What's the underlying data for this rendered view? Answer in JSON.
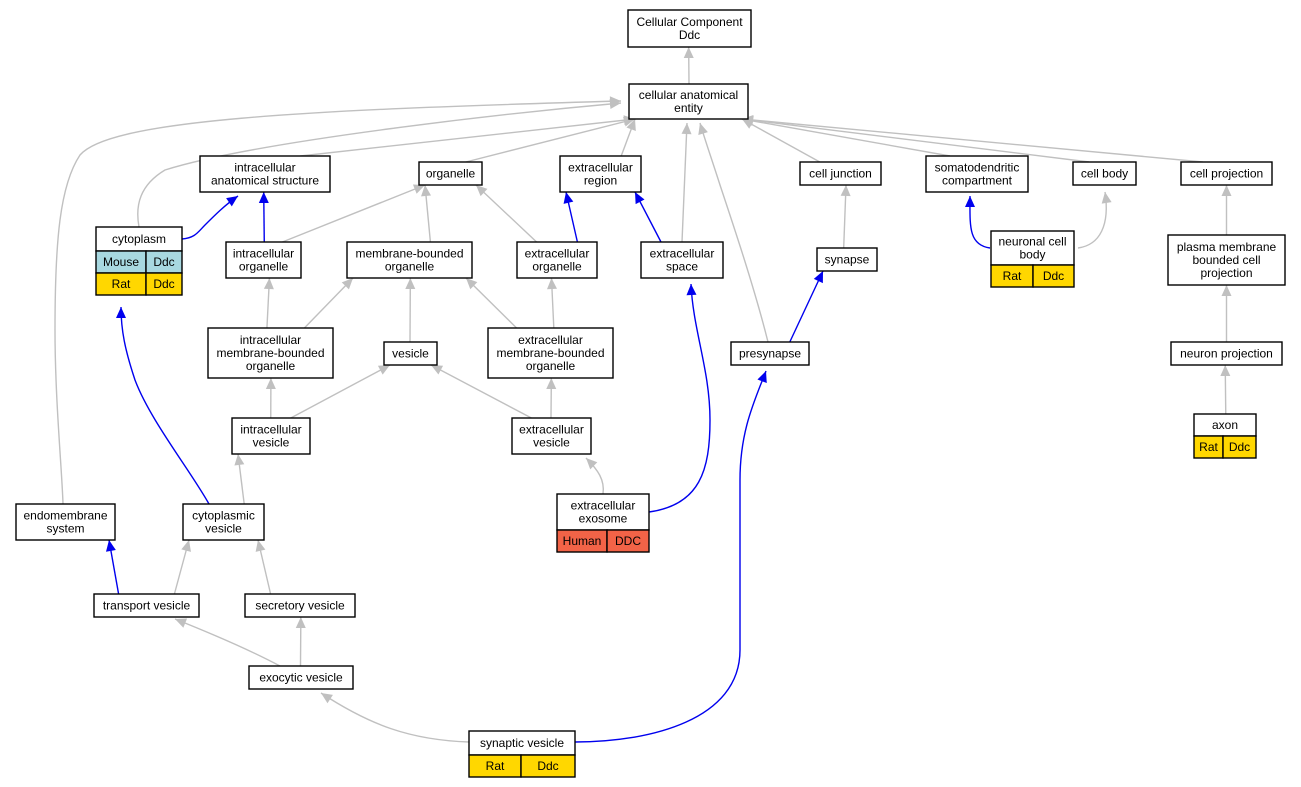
{
  "colors": {
    "is_a_edge": "#c0c0c0",
    "part_of_edge": "#0000ee",
    "mouse": "#a8d8e0",
    "rat": "#ffd700",
    "human": "#f26347"
  },
  "nodes": [
    {
      "id": "cc",
      "lines": [
        "Cellular Component",
        "Ddc"
      ]
    },
    {
      "id": "cae",
      "lines": [
        "cellular anatomical",
        "entity"
      ]
    },
    {
      "id": "ias",
      "lines": [
        "intracellular",
        "anatomical structure"
      ]
    },
    {
      "id": "organelle",
      "lines": [
        "organelle"
      ]
    },
    {
      "id": "exreg",
      "lines": [
        "extracellular",
        "region"
      ]
    },
    {
      "id": "celljunction",
      "lines": [
        "cell junction"
      ]
    },
    {
      "id": "somato",
      "lines": [
        "somatodendritic",
        "compartment"
      ]
    },
    {
      "id": "cellbody",
      "lines": [
        "cell body"
      ]
    },
    {
      "id": "cellproj",
      "lines": [
        "cell projection"
      ]
    },
    {
      "id": "cytoplasm",
      "lines": [
        "cytoplasm"
      ],
      "annotations": [
        [
          {
            "label": "Mouse",
            "color": "mouse"
          },
          {
            "label": "Ddc",
            "color": "mouse"
          }
        ],
        [
          {
            "label": "Rat",
            "color": "rat"
          },
          {
            "label": "Ddc",
            "color": "rat"
          }
        ]
      ]
    },
    {
      "id": "intorg",
      "lines": [
        "intracellular",
        "organelle"
      ]
    },
    {
      "id": "mbo",
      "lines": [
        "membrane-bounded",
        "organelle"
      ]
    },
    {
      "id": "exorg",
      "lines": [
        "extracellular",
        "organelle"
      ]
    },
    {
      "id": "exspace",
      "lines": [
        "extracellular",
        "space"
      ]
    },
    {
      "id": "synapse",
      "lines": [
        "synapse"
      ]
    },
    {
      "id": "ncb",
      "lines": [
        "neuronal cell",
        "body"
      ],
      "annotations": [
        [
          {
            "label": "Rat",
            "color": "rat"
          },
          {
            "label": "Ddc",
            "color": "rat"
          }
        ]
      ]
    },
    {
      "id": "pmbcp",
      "lines": [
        "plasma membrane",
        "bounded cell",
        "projection"
      ]
    },
    {
      "id": "imbo",
      "lines": [
        "intracellular",
        "membrane-bounded",
        "organelle"
      ]
    },
    {
      "id": "vesicle",
      "lines": [
        "vesicle"
      ]
    },
    {
      "id": "embo",
      "lines": [
        "extracellular",
        "membrane-bounded",
        "organelle"
      ]
    },
    {
      "id": "presynapse",
      "lines": [
        "presynapse"
      ]
    },
    {
      "id": "neuronproj",
      "lines": [
        "neuron projection"
      ]
    },
    {
      "id": "intves",
      "lines": [
        "intracellular",
        "vesicle"
      ]
    },
    {
      "id": "exves",
      "lines": [
        "extracellular",
        "vesicle"
      ]
    },
    {
      "id": "axon",
      "lines": [
        "axon"
      ],
      "annotations": [
        [
          {
            "label": "Rat",
            "color": "rat"
          },
          {
            "label": "Ddc",
            "color": "rat"
          }
        ]
      ]
    },
    {
      "id": "endomem",
      "lines": [
        "endomembrane",
        "system"
      ]
    },
    {
      "id": "cytves",
      "lines": [
        "cytoplasmic",
        "vesicle"
      ]
    },
    {
      "id": "exosome",
      "lines": [
        "extracellular",
        "exosome"
      ],
      "annotations": [
        [
          {
            "label": "Human",
            "color": "human"
          },
          {
            "label": "DDC",
            "color": "human"
          }
        ]
      ]
    },
    {
      "id": "transves",
      "lines": [
        "transport vesicle"
      ]
    },
    {
      "id": "secves",
      "lines": [
        "secretory vesicle"
      ]
    },
    {
      "id": "exoves",
      "lines": [
        "exocytic vesicle"
      ]
    },
    {
      "id": "synves",
      "lines": [
        "synaptic vesicle"
      ],
      "annotations": [
        [
          {
            "label": "Rat",
            "color": "rat"
          },
          {
            "label": "Ddc",
            "color": "rat"
          }
        ]
      ]
    }
  ],
  "edges": [
    {
      "from": "cae",
      "to": "cc",
      "type": "is_a"
    },
    {
      "from": "ias",
      "to": "cae",
      "type": "is_a"
    },
    {
      "from": "organelle",
      "to": "cae",
      "type": "is_a"
    },
    {
      "from": "exreg",
      "to": "cae",
      "type": "is_a"
    },
    {
      "from": "celljunction",
      "to": "cae",
      "type": "is_a"
    },
    {
      "from": "somato",
      "to": "cae",
      "type": "is_a"
    },
    {
      "from": "cellbody",
      "to": "cae",
      "type": "is_a"
    },
    {
      "from": "cellproj",
      "to": "cae",
      "type": "is_a"
    },
    {
      "from": "cytoplasm",
      "to": "cae",
      "type": "is_a"
    },
    {
      "from": "endomem",
      "to": "cae",
      "type": "is_a"
    },
    {
      "from": "exspace",
      "to": "cae",
      "type": "is_a"
    },
    {
      "from": "presynapse",
      "to": "cae",
      "type": "is_a"
    },
    {
      "from": "cytoplasm",
      "to": "ias",
      "type": "part_of"
    },
    {
      "from": "intorg",
      "to": "ias",
      "type": "part_of"
    },
    {
      "from": "intorg",
      "to": "organelle",
      "type": "is_a"
    },
    {
      "from": "mbo",
      "to": "organelle",
      "type": "is_a"
    },
    {
      "from": "exorg",
      "to": "organelle",
      "type": "is_a"
    },
    {
      "from": "exorg",
      "to": "exreg",
      "type": "part_of"
    },
    {
      "from": "exspace",
      "to": "exreg",
      "type": "part_of"
    },
    {
      "from": "synapse",
      "to": "celljunction",
      "type": "is_a"
    },
    {
      "from": "ncb",
      "to": "somato",
      "type": "part_of"
    },
    {
      "from": "ncb",
      "to": "cellbody",
      "type": "is_a"
    },
    {
      "from": "pmbcp",
      "to": "cellproj",
      "type": "is_a"
    },
    {
      "from": "imbo",
      "to": "intorg",
      "type": "is_a"
    },
    {
      "from": "imbo",
      "to": "mbo",
      "type": "is_a"
    },
    {
      "from": "vesicle",
      "to": "mbo",
      "type": "is_a"
    },
    {
      "from": "embo",
      "to": "mbo",
      "type": "is_a"
    },
    {
      "from": "embo",
      "to": "exorg",
      "type": "is_a"
    },
    {
      "from": "presynapse",
      "to": "synapse",
      "type": "part_of"
    },
    {
      "from": "neuronproj",
      "to": "pmbcp",
      "type": "is_a"
    },
    {
      "from": "intves",
      "to": "imbo",
      "type": "is_a"
    },
    {
      "from": "intves",
      "to": "vesicle",
      "type": "is_a"
    },
    {
      "from": "exves",
      "to": "vesicle",
      "type": "is_a"
    },
    {
      "from": "exves",
      "to": "embo",
      "type": "is_a"
    },
    {
      "from": "axon",
      "to": "neuronproj",
      "type": "is_a"
    },
    {
      "from": "cytves",
      "to": "intves",
      "type": "is_a"
    },
    {
      "from": "cytves",
      "to": "cytoplasm",
      "type": "part_of"
    },
    {
      "from": "exosome",
      "to": "exves",
      "type": "is_a"
    },
    {
      "from": "exosome",
      "to": "exspace",
      "type": "part_of"
    },
    {
      "from": "transves",
      "to": "endomem",
      "type": "part_of"
    },
    {
      "from": "transves",
      "to": "cytves",
      "type": "is_a"
    },
    {
      "from": "secves",
      "to": "cytves",
      "type": "is_a"
    },
    {
      "from": "exoves",
      "to": "transves",
      "type": "is_a"
    },
    {
      "from": "exoves",
      "to": "secves",
      "type": "is_a"
    },
    {
      "from": "synves",
      "to": "exoves",
      "type": "is_a"
    },
    {
      "from": "synves",
      "to": "presynapse",
      "type": "part_of"
    }
  ]
}
